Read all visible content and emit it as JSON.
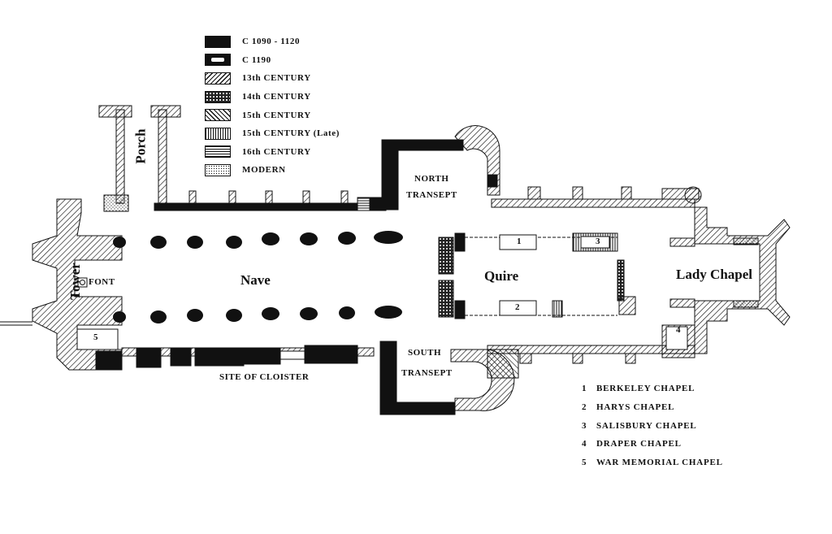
{
  "legend": [
    {
      "label": "C  1090 - 1120",
      "pattern": "solid-black"
    },
    {
      "label": "C  1190",
      "pattern": "black-with-white-center"
    },
    {
      "label": "13th  CENTURY",
      "pattern": "diagonal-hatch-forward"
    },
    {
      "label": "14th  CENTURY",
      "pattern": "crosshatch"
    },
    {
      "label": "15th  CENTURY",
      "pattern": "diagonal-hatch-back"
    },
    {
      "label": "15th  CENTURY  (Late)",
      "pattern": "vertical-lines"
    },
    {
      "label": "16th  CENTURY",
      "pattern": "horizontal-lines"
    },
    {
      "label": "MODERN",
      "pattern": "dots"
    }
  ],
  "areas": {
    "porch": "Porch",
    "tower": "Tower",
    "font": "FONT",
    "nave": "Nave",
    "north_transept": [
      "NORTH",
      "TRANSEPT"
    ],
    "south_transept": [
      "SOUTH",
      "TRANSEPT"
    ],
    "quire": "Quire",
    "lady_chapel": "Lady Chapel",
    "cloister": "SITE OF CLOISTER"
  },
  "chapel_markers": [
    "1",
    "2",
    "3",
    "4",
    "5"
  ],
  "chapels": [
    {
      "num": "1",
      "name": "BERKELEY  CHAPEL"
    },
    {
      "num": "2",
      "name": "HARYS  CHAPEL"
    },
    {
      "num": "3",
      "name": "SALISBURY  CHAPEL"
    },
    {
      "num": "4",
      "name": "DRAPER  CHAPEL"
    },
    {
      "num": "5",
      "name": "WAR  MEMORIAL  CHAPEL"
    }
  ]
}
